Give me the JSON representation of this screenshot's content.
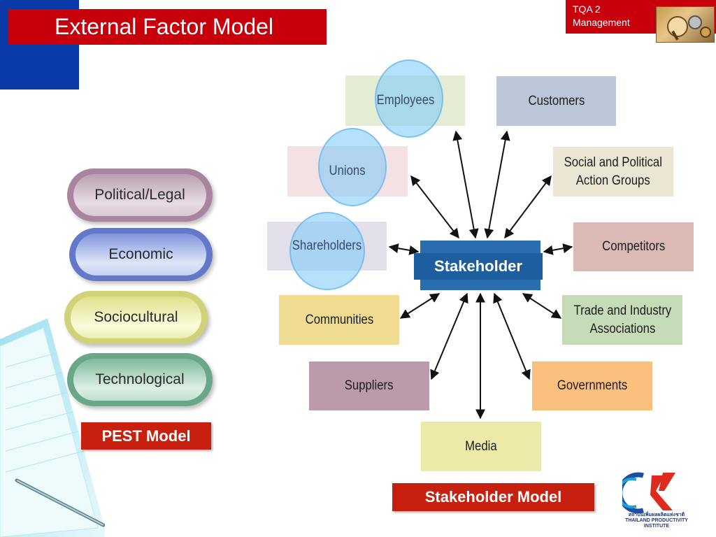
{
  "slide": {
    "title": "External Factor Model",
    "corner_label_line1": "TQA 2",
    "corner_label_line2": "Management"
  },
  "pest": {
    "items": [
      "Political/Legal",
      "Economic",
      "Sociocultural",
      "Technological"
    ],
    "caption": "PEST Model"
  },
  "stakeholder": {
    "center": "Stakeholder",
    "caption": "Stakeholder Model",
    "nodes": {
      "employees": "Employees",
      "customers": "Customers",
      "unions": "Unions",
      "social_political": "Social and Political\nAction Groups",
      "shareholders": "Shareholders",
      "competitors": "Competitors",
      "communities": "Communities",
      "trade": "Trade and Industry\nAssociations",
      "suppliers": "Suppliers",
      "governments": "Governments",
      "media": "Media"
    }
  },
  "logo": {
    "line1": "สถาบันเพิ่มผลผลิตแห่งชาติ",
    "line2": "THAILAND PRODUCTIVITY INSTITUTE"
  },
  "colors": {
    "title_red": "#c8000c",
    "accent_blue": "#0a3aa8",
    "center_blue": "#2a6eb0"
  }
}
